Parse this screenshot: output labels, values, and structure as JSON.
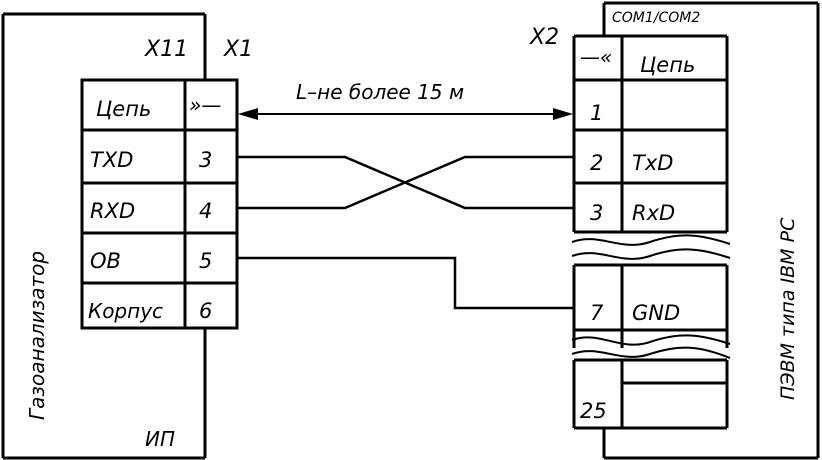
{
  "left_device": {
    "name": "Газоанализатор",
    "connector_x11": "X11",
    "connector_x1": "X1",
    "power_label": "ИП",
    "header_cell": "Цепь",
    "header_symbol": "»—",
    "rows": [
      {
        "signal": "TXD",
        "pin": "3"
      },
      {
        "signal": "RXD",
        "pin": "4"
      },
      {
        "signal": "OB",
        "pin": "5"
      },
      {
        "signal": "Корпус",
        "pin": "6"
      }
    ]
  },
  "right_device": {
    "name": "ПЭВМ типа IBM PC",
    "port_label": "COM1/COM2",
    "connector": "X2",
    "header_symbol": "—«",
    "header_cell": "Цепь",
    "rows": [
      {
        "pin": "1",
        "signal": ""
      },
      {
        "pin": "2",
        "signal": "TxD"
      },
      {
        "pin": "3",
        "signal": "RxD"
      },
      {
        "pin": "7",
        "signal": "GND"
      },
      {
        "pin": "25",
        "signal": ""
      }
    ]
  },
  "cable": {
    "length_label": "L–не более 15 м"
  }
}
